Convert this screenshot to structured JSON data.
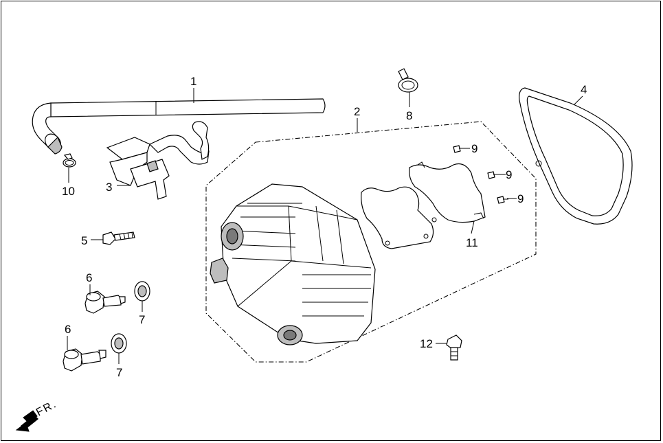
{
  "callouts": {
    "c1": "1",
    "c2": "2",
    "c3": "3",
    "c4": "4",
    "c5": "5",
    "c6a": "6",
    "c6b": "6",
    "c7a": "7",
    "c7b": "7",
    "c8": "8",
    "c9a": "9",
    "c9b": "9",
    "c9c": "9",
    "c10": "10",
    "c11": "11",
    "c12": "12"
  },
  "direction": {
    "label": "FR."
  },
  "icons": {
    "front_direction": "arrow-down-left-icon"
  },
  "colors": {
    "line": "#000000",
    "shade": "#bdbdbd",
    "dark_shade": "#7a7a7a",
    "background": "#ffffff"
  }
}
